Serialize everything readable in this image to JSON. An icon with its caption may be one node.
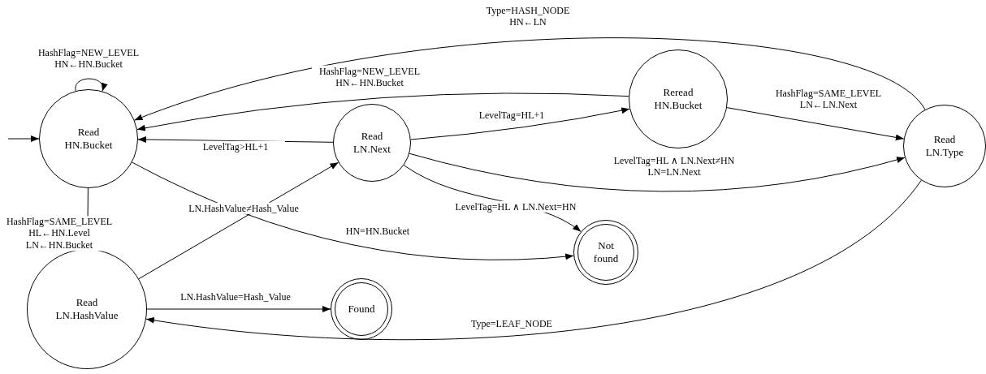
{
  "diagram": {
    "nodes": [
      {
        "text": [
          "Read HN.Bucket"
        ]
      },
      {
        "text": [
          "Read LN.Next"
        ]
      },
      {
        "text": [
          "Reread HN.Bucket"
        ]
      },
      {
        "text": [
          "Read LN.Type"
        ]
      },
      {
        "text": [
          "Read LN.HashValue"
        ]
      },
      {
        "text": [
          "Not found"
        ]
      },
      {
        "text": [
          "Found"
        ]
      }
    ],
    "edges": [
      {
        "from": null,
        "to": 0,
        "arrow": "to"
      },
      {
        "from": 0,
        "to": 0,
        "arrow": "to",
        "label": "HashFlag=NEW_LEVEL HN←HN.Bucket"
      },
      {
        "from": 0,
        "to": 4,
        "arrow": "to",
        "label": "HashFlag=SAME_LEVEL HL←HN.Level LN←HN.Bucket"
      },
      {
        "from": 4,
        "to": 1,
        "arrow": "to",
        "label": "LN.HashValue≠Hash_Value"
      },
      {
        "from": 4,
        "to": 6,
        "arrow": "to",
        "label": "LN.HashValue=Hash_Value"
      },
      {
        "from": 1,
        "to": 0,
        "arrow": "to",
        "label": "LevelTag>HL+1"
      },
      {
        "from": 1,
        "to": 2,
        "arrow": "to",
        "label": "LevelTag=HL+1"
      },
      {
        "from": 1,
        "to": 3,
        "arrow": "to",
        "label": "LevelTag=HL ∧ LN.Next≠HN LN=LN.Next"
      },
      {
        "from": 1,
        "to": 5,
        "arrow": "to",
        "label": "LevelTag=HL ∧ LN.Next=HN"
      },
      {
        "from": 0,
        "to": 5,
        "arrow": "to",
        "label": "HN=HN.Bucket"
      },
      {
        "from": 2,
        "to": 0,
        "arrow": "to",
        "label": "HashFlag=NEW_LEVEL HN←HN.Bucket"
      },
      {
        "from": 2,
        "to": 3,
        "arrow": "to",
        "label": "HashFlag=SAME_LEVEL LN←LN.Next"
      },
      {
        "from": 3,
        "to": 0,
        "arrow": "to",
        "label": "Type=HASH_NODE HN←LN"
      },
      {
        "from": 3,
        "to": 4,
        "arrow": "to",
        "label": "Type=LEAF_NODE"
      }
    ]
  }
}
